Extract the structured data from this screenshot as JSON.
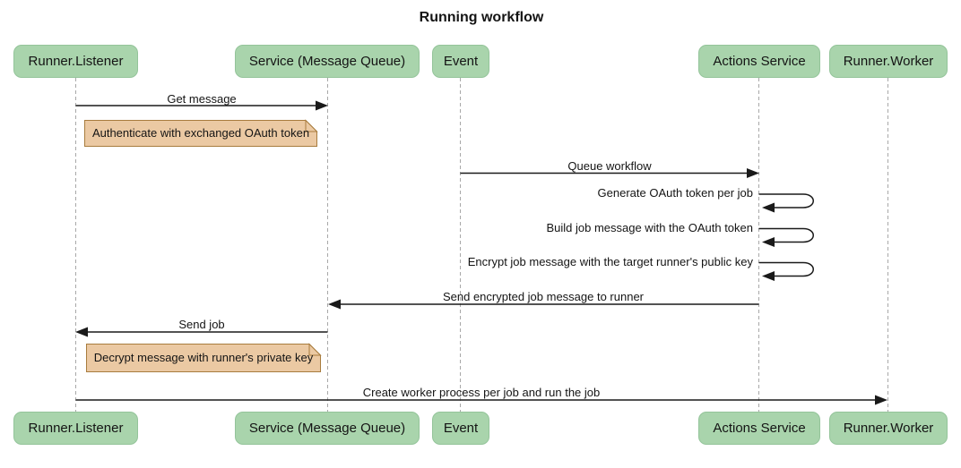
{
  "title": "Running workflow",
  "diagram_type": "sequence",
  "colors": {
    "background": "#ffffff",
    "actor_fill": "#a9d4ac",
    "actor_border": "#94c49a",
    "note_fill": "#ebc9a3",
    "note_border": "#a87c3e",
    "lifeline": "#a8a8a8",
    "arrow": "#1a1a1a",
    "text": "#141414"
  },
  "actors": [
    {
      "id": "runner-listener",
      "label": "Runner.Listener"
    },
    {
      "id": "service-message-queue",
      "label": "Service (Message Queue)"
    },
    {
      "id": "event",
      "label": "Event"
    },
    {
      "id": "actions-service",
      "label": "Actions Service"
    },
    {
      "id": "runner-worker",
      "label": "Runner.Worker"
    }
  ],
  "messages": [
    {
      "type": "arrow",
      "from": "runner-listener",
      "to": "service-message-queue",
      "label": "Get message"
    },
    {
      "type": "note",
      "over": "runner-listener",
      "label": "Authenticate with exchanged OAuth token"
    },
    {
      "type": "arrow",
      "from": "event",
      "to": "actions-service",
      "label": "Queue workflow"
    },
    {
      "type": "self",
      "on": "actions-service",
      "label": "Generate OAuth token per job"
    },
    {
      "type": "self",
      "on": "actions-service",
      "label": "Build job message with the OAuth token"
    },
    {
      "type": "self",
      "on": "actions-service",
      "label": "Encrypt job message with the target runner's public key"
    },
    {
      "type": "arrow",
      "from": "actions-service",
      "to": "service-message-queue",
      "label": "Send encrypted job message to runner"
    },
    {
      "type": "arrow",
      "from": "service-message-queue",
      "to": "runner-listener",
      "label": "Send job"
    },
    {
      "type": "note",
      "over": "runner-listener",
      "label": "Decrypt message with runner's private key"
    },
    {
      "type": "arrow",
      "from": "runner-listener",
      "to": "runner-worker",
      "label": "Create worker process per job and run the job"
    }
  ]
}
